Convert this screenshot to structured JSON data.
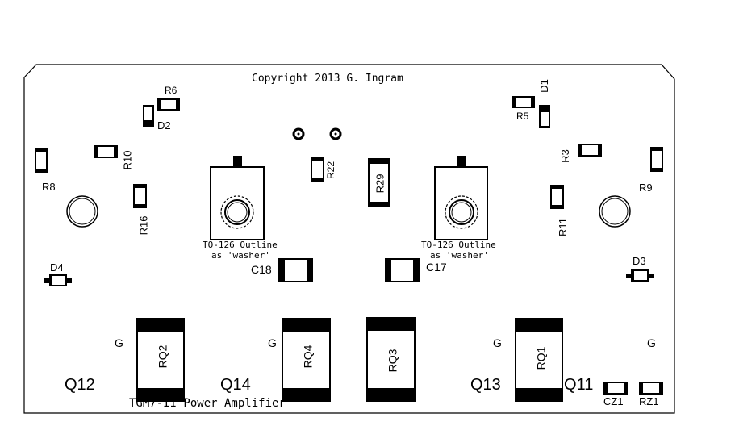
{
  "copyright": "Copyright 2013 G. Ingram",
  "title": "TGM7-II Power Amplifier",
  "outline_note": {
    "line1": "TO-126 Outline",
    "line2": "as 'washer'"
  },
  "labels": {
    "R6": "R6",
    "D2": "D2",
    "D1": "D1",
    "R5": "R5",
    "R10": "R10",
    "R8": "R8",
    "R16": "R16",
    "R22": "R22",
    "R29": "R29",
    "R3": "R3",
    "R9": "R9",
    "R11": "R11",
    "D4": "D4",
    "D3": "D3",
    "C18": "C18",
    "C17": "C17",
    "RQ1": "RQ1",
    "RQ2": "RQ2",
    "RQ3": "RQ3",
    "RQ4": "RQ4",
    "Q11": "Q11",
    "Q12": "Q12",
    "Q13": "Q13",
    "Q14": "Q14",
    "G": "G",
    "CZ1": "CZ1",
    "RZ1": "RZ1"
  },
  "colors": {
    "ink": "#000000",
    "board": "#ffffff"
  }
}
